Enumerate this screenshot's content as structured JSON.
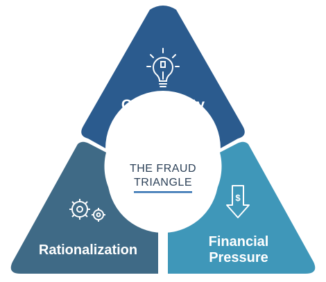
{
  "diagram": {
    "center": {
      "title_line1": "THE FRAUD",
      "title_line2": "TRIANGLE",
      "underline_color": "#2f6fb0"
    },
    "segments": [
      {
        "key": "opportunity",
        "label": "Opportunity",
        "icon": "lightbulb-icon",
        "color": "#2b5b8e"
      },
      {
        "key": "rationalization",
        "label": "Rationalization",
        "icon": "gears-icon",
        "color": "#3f6a86"
      },
      {
        "key": "financial_pressure",
        "label_line1": "Financial",
        "label_line2": "Pressure",
        "icon": "money-down-arrow-icon",
        "color": "#3f97b9"
      }
    ],
    "background": "#ffffff"
  }
}
